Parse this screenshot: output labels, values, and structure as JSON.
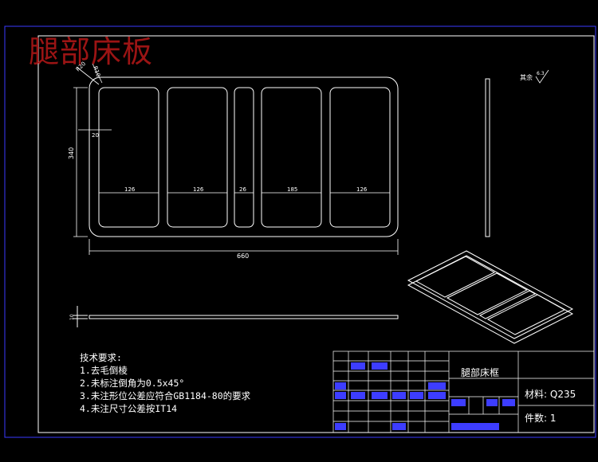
{
  "watermark": "腿部床板",
  "dimensions": {
    "overall_width": "660",
    "overall_height": "340",
    "corner_radius": "R20",
    "corner_chamfer": "R10",
    "edge_offset": "20",
    "slot_1": "126",
    "slot_2": "126",
    "slot_3": "26",
    "slot_4": "185",
    "slot_5": "126",
    "thickness": "10"
  },
  "roughness": {
    "label": "其余",
    "value": "6.3"
  },
  "tech_requirements": {
    "title": "技术要求:",
    "items": [
      "1.去毛倒棱",
      "2.未标注倒角为0.5x45°",
      "3.未注形位公差应符合GB1184-80的要求",
      "4.未注尺寸公差按IT14"
    ]
  },
  "title_block": {
    "part_name": "腿部床框",
    "material_label": "材料:",
    "material": "Q235",
    "quantity_label": "件数:",
    "quantity": "1"
  },
  "colors": {
    "background": "#000000",
    "border": "#3a3aff",
    "lines": "#ffffff",
    "title_block_accent": "#3d3dff",
    "watermark": "#9b1414"
  }
}
